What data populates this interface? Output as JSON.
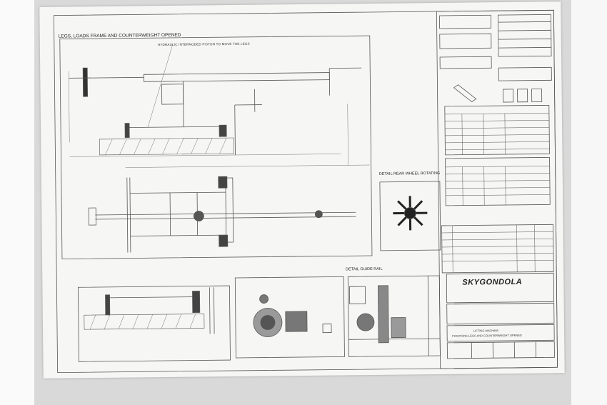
{
  "drawing": {
    "main_title": "LEGS, LOADS FRAME AND COUNTERWEIGHT OPENED",
    "detail_rotation_title": "DETAIL REAR WHEEL ROTATING",
    "detail_guide_rail_title": "DETAIL GUIDE RAIL",
    "callout_top": "HYDRAULIC INTERNODED PISTON TO MOVE THE LEGS",
    "brand": "SKYGONDOLA",
    "title_block_line1": "LIFTING MACHINE",
    "title_block_line2": "POSITIONS LEGS AND COUNTERWEIGHT OPENED"
  },
  "colors": {
    "paper": "#f6f6f4",
    "lines": "#4a4a4a",
    "monitor": "#d9d9d9"
  }
}
